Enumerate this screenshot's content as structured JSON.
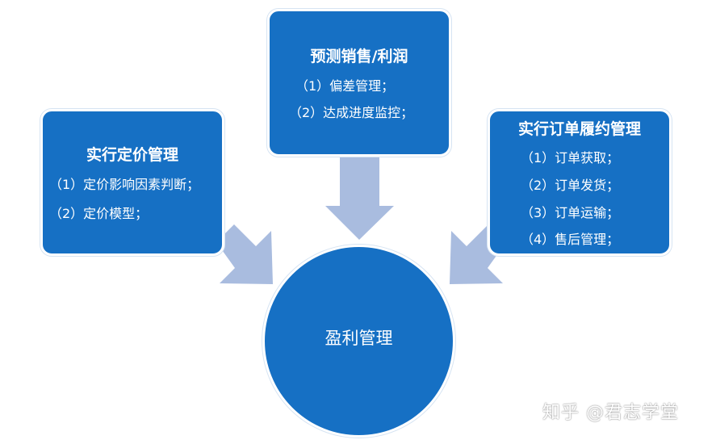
{
  "diagram": {
    "center": {
      "label": "盈利管理"
    },
    "boxes": [
      {
        "id": "pricing",
        "title": "实行定价管理",
        "items": [
          "（1）定价影响因素判断；",
          "（2）定价模型；"
        ]
      },
      {
        "id": "forecast",
        "title": "预测销售/利润",
        "items": [
          "（1）偏差管理；",
          "（2）达成进度监控；"
        ]
      },
      {
        "id": "fulfillment",
        "title": "实行订单履约管理",
        "items": [
          "（1）订单获取；",
          "（2）订单发货；",
          "（3）订单运输；",
          "（4）售后管理；"
        ]
      }
    ]
  },
  "watermark": "知乎 @君志学堂",
  "colors": {
    "box_fill": "#1670c4",
    "arrow_fill": "#a9bcdf",
    "text": "#ffffff"
  }
}
